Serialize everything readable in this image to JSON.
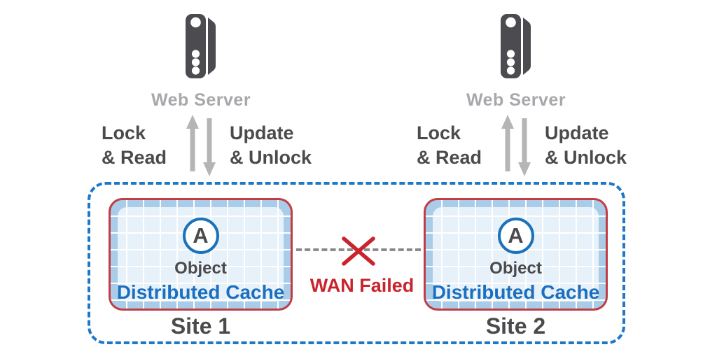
{
  "diagram": {
    "sites": [
      {
        "server_label": "Web Server",
        "lock_label": "Lock\n& Read",
        "update_label": "Update\n& Unlock",
        "object_letter": "A",
        "object_label": "Object",
        "cache_label": "Distributed Cache",
        "site_label": "Site 1"
      },
      {
        "server_label": "Web Server",
        "lock_label": "Lock\n& Read",
        "update_label": "Update\n& Unlock",
        "object_letter": "A",
        "object_label": "Object",
        "cache_label": "Distributed Cache",
        "site_label": "Site 2"
      }
    ],
    "wan": {
      "status_label": "WAN Failed"
    },
    "colors": {
      "boundary_dash_blue": "#1e78c8",
      "cache_border_red": "#c23c44",
      "cache_grid_blue": "#a9cce8",
      "cache_text_blue": "#1b6fbf",
      "object_ring_blue": "#1b72ba",
      "failure_red": "#c9242e",
      "text_dark_gray": "#4b4b4d",
      "text_light_gray": "#a8a8ac",
      "arrow_gray": "#b5b5b7",
      "server_icon_gray": "#4b4b50",
      "wan_line_gray": "#8b8b8b"
    }
  }
}
